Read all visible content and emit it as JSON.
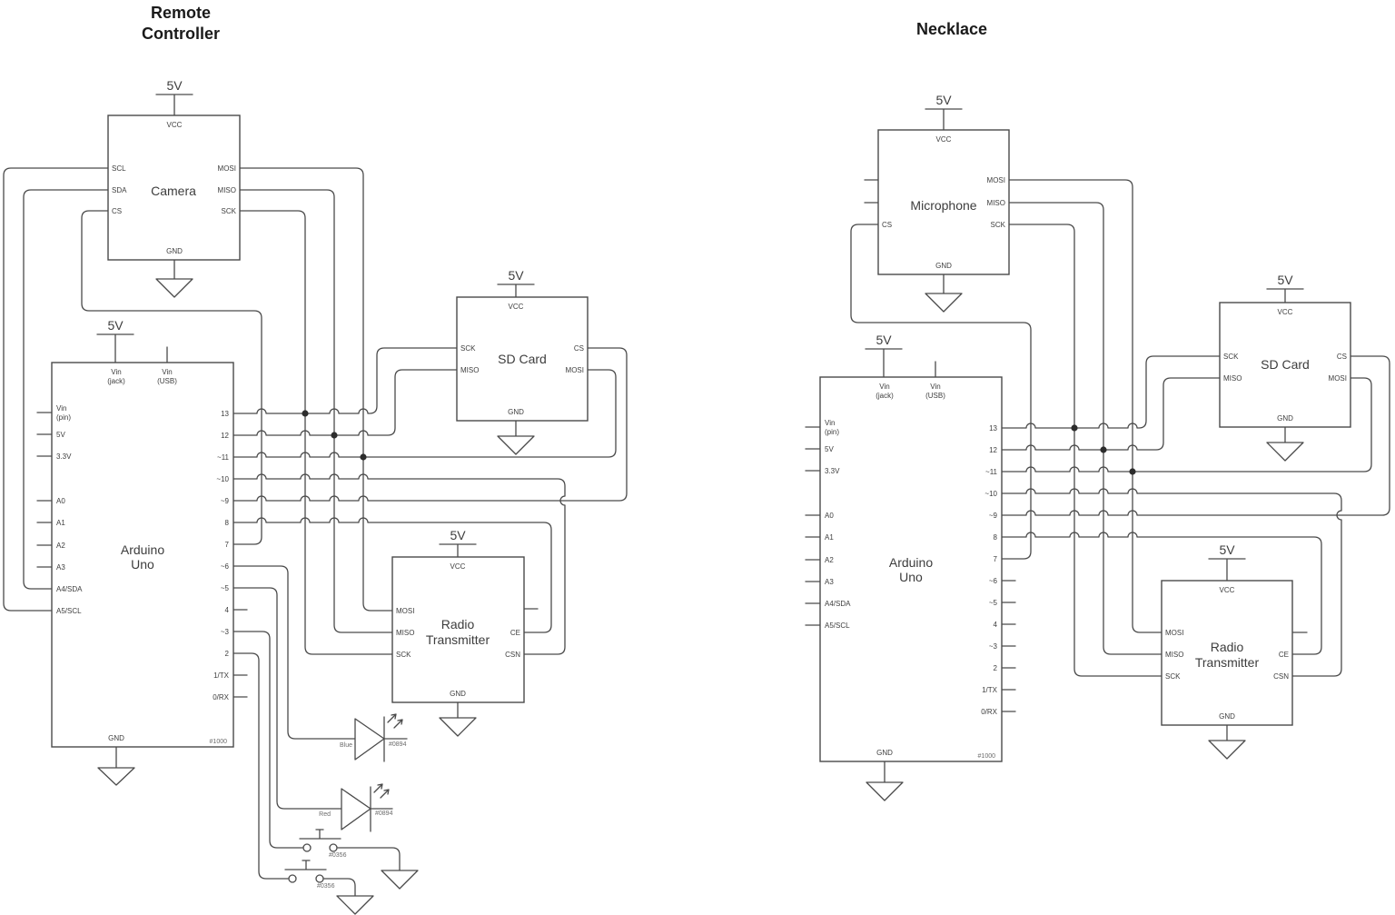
{
  "titles": {
    "left_line1": "Remote",
    "left_line2": "Controller",
    "right": "Necklace"
  },
  "power": {
    "supply": "5V",
    "vcc": "VCC",
    "gnd": "GND"
  },
  "bus": {
    "mosi": "MOSI",
    "miso": "MISO",
    "sck": "SCK",
    "cs": "CS",
    "ce": "CE",
    "csn": "CSN",
    "scl": "SCL",
    "sda": "SDA"
  },
  "components": {
    "camera": "Camera",
    "microphone": "Microphone",
    "sd_card": "SD Card",
    "arduino_line1": "Arduino",
    "arduino_line2": "Uno",
    "radio_line1": "Radio",
    "radio_line2": "Transmitter"
  },
  "arduino_pins": {
    "top_jack_1": "Vin",
    "top_jack_2": "(jack)",
    "top_usb_1": "Vin",
    "top_usb_2": "(USB)",
    "left_vin_1": "Vin",
    "left_vin_2": "(pin)",
    "left": [
      "5V",
      "3.3V",
      "A0",
      "A1",
      "A2",
      "A3",
      "A4/SDA",
      "A5/SCL"
    ],
    "right": [
      "13",
      "12",
      "~11",
      "~10",
      "~9",
      "8",
      "7",
      "~6",
      "~5",
      "4",
      "~3",
      "2",
      "1/TX",
      "0/RX"
    ]
  },
  "part_numbers": {
    "arduino": "#1000",
    "led": "#0894",
    "button": "#0356"
  },
  "annotations": {
    "led_blue": "Blue",
    "led_red": "Red"
  },
  "colors": {
    "wire": "#4a4a4a",
    "text": "#3d3d3d",
    "background": "#ffffff"
  }
}
